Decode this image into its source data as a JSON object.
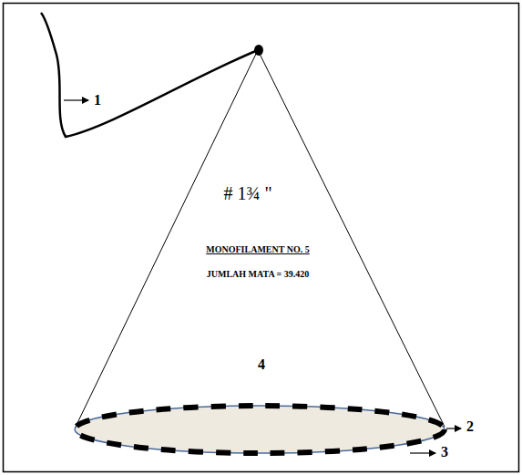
{
  "diagram": {
    "labels": [
      "1",
      "2",
      "3",
      "4",
      "# 1¾ \"",
      "MONOFILAMENT NO. 5",
      "JUMLAH MATA = 39.420"
    ]
  }
}
